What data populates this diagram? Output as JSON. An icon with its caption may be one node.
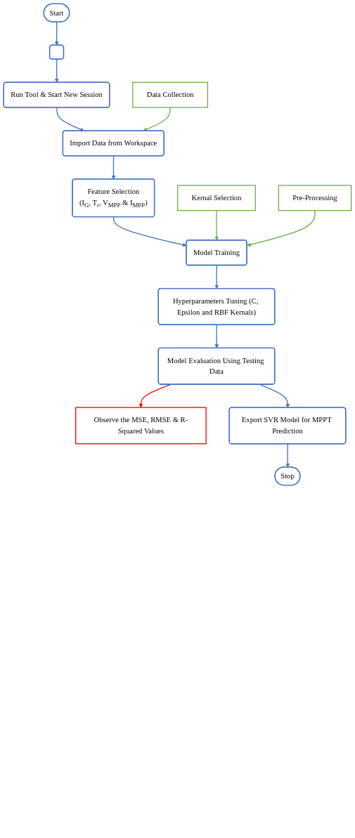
{
  "diagram": {
    "nodes": [
      {
        "text": [
          "Start"
        ]
      },
      {
        "text": [],
        "shape": "box"
      },
      {
        "text": [
          "Run Tool & Start New Session"
        ]
      },
      {
        "text": [
          "Import Data from Workspace"
        ]
      },
      {
        "text": [
          "Data Collection"
        ]
      },
      {
        "text": [
          "Feature Selection",
          "(I$_{G}$, T$_{r}$, V$_{MPP}$ & I$_{MPP}$)"
        ]
      },
      {
        "text": [
          "Kernal Selection"
        ]
      },
      {
        "text": [
          "Pre-Processing"
        ]
      },
      {
        "text": [
          "Model Training"
        ]
      },
      {
        "text": [
          "Hyperparameters Tuning (C, Epsilon and RBF Kernals)"
        ]
      },
      {
        "text": [
          "Model Evaluation Using Testing Data"
        ]
      },
      {
        "text": [
          "Observe the MSE, RMSE & R-Squared Values"
        ]
      },
      {
        "text": [
          "Export SVR Model for MPPT Prediction"
        ]
      },
      {
        "text": [
          "Stop"
        ]
      }
    ],
    "edges": [
      {
        "from": 0,
        "to": 1,
        "arrow": "to"
      },
      {
        "from": 1,
        "to": 2,
        "arrow": "to"
      },
      {
        "from": 2,
        "to": 3,
        "arrow": "to"
      },
      {
        "from": 4,
        "to": 3,
        "arrow": "to",
        "color": "#70ad47"
      },
      {
        "from": 3,
        "to": 5,
        "arrow": "to"
      },
      {
        "from": 5,
        "to": 8,
        "arrow": "to"
      },
      {
        "from": 6,
        "to": 8,
        "arrow": "to",
        "color": "#70ad47"
      },
      {
        "from": 7,
        "to": 8,
        "arrow": "to",
        "color": "#70ad47"
      },
      {
        "from": 8,
        "to": 9,
        "arrow": "to"
      },
      {
        "from": 9,
        "to": 10,
        "arrow": "to"
      },
      {
        "from": 10,
        "to": 12,
        "arrow": "to"
      },
      {
        "from": 10,
        "to": 11,
        "arrow": "to",
        "color": "#ff0000"
      },
      {
        "from": 12,
        "to": 13,
        "arrow": "to"
      }
    ]
  }
}
